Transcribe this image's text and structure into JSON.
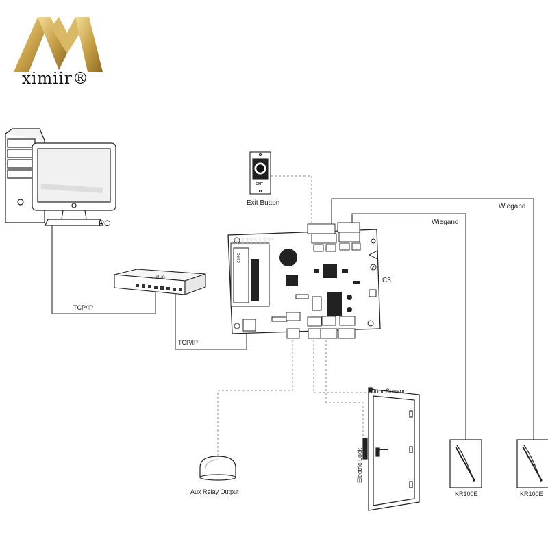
{
  "brand": {
    "name": "ximiir®",
    "colors": {
      "gold_light": "#e9cf86",
      "gold_dark": "#a07a2a"
    }
  },
  "labels": {
    "pc": "PC",
    "exit_button": "Exit Button",
    "exit_text": "EXIT",
    "hub": "HUB",
    "tcpip_1": "TCP/IP",
    "tcpip_2": "TCP/IP",
    "controller": "C3",
    "wiegand_1": "Wiegand",
    "wiegand_2": "Wiegand",
    "door_sensor": "Door Sensor",
    "electric_lock": "Electric Lock",
    "aux_relay": "Aux Relay Output",
    "reader_1": "KR100E",
    "reader_2": "KR100E",
    "ce_fc": "CE FC",
    "watermark": "ximiir"
  },
  "colors": {
    "line": "#333333",
    "dashed": "#888888",
    "stroke": "#222222"
  }
}
